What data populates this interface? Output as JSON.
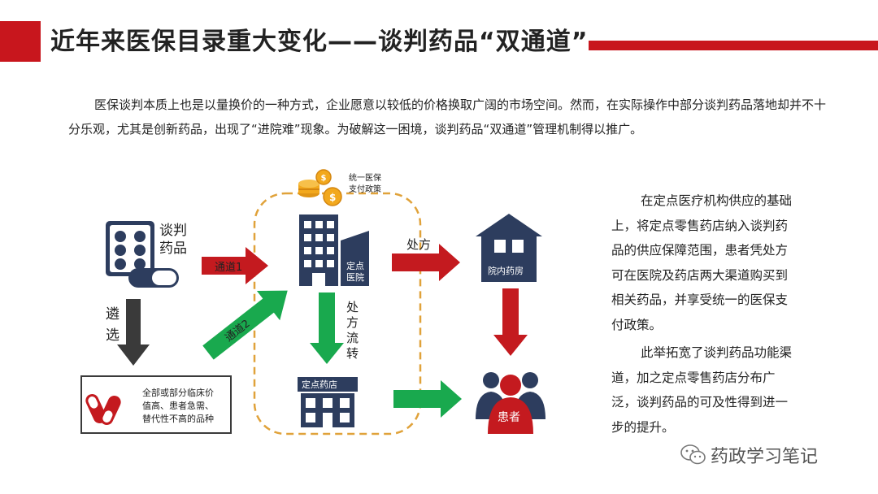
{
  "slide": {
    "title": "近年来医保目录重大变化——谈判药品“双通道”",
    "intro": "医保谈判本质上也是以量换价的一种方式，企业愿意以较低的价格换取广阔的市场空间。然而，在实际操作中部分谈判药品落地却并不十分乐观，尤其是创新药品，出现了“进院难”现象。为破解这一困境，谈判药品“双通道”管理机制得以推广。",
    "side_text": [
      "在定点医疗机构供应的基础上，将定点零售药店纳入谈判药品的供应保障范围，患者凭处方可在医院及药店两大渠道购买到相关药品，并享受统一的医保支付政策。",
      "此举拓宽了谈判药品功能渠道，加之定点零售药店分布广泛，谈判药品的可及性得到进一步的提升。"
    ],
    "watermark": "药政学习笔记"
  },
  "diagram": {
    "drug_label_1": "谈判",
    "drug_label_2": "药品",
    "select_label_1": "遴",
    "select_label_2": "选",
    "criteria_1": "全部或部分临床价",
    "criteria_2": "值高、患者急需、",
    "criteria_3": "替代性不高的品种",
    "channel_1": "通道1",
    "channel_2": "通道2",
    "policy_1": "统一医保",
    "policy_2": "支付政策",
    "hospital_1": "定点",
    "hospital_2": "医院",
    "prescription": "处方",
    "flow_1": "处",
    "flow_2": "方",
    "flow_3": "流",
    "flow_4": "转",
    "pharmacy": "定点药店",
    "inhouse_pharmacy": "院内药房",
    "patient": "患者"
  },
  "colors": {
    "brand_red": "#c8161d",
    "arrow_red": "#c41a1f",
    "arrow_green": "#19a94e",
    "navy": "#2d3d5e",
    "coin_gold": "#f2a81d",
    "dashed_outline": "#e0a23a",
    "dark_gray": "#3a3a3a"
  },
  "icons": [
    "pill-blister-icon",
    "coins-icon",
    "hospital-building-icon",
    "pharmacy-store-icon",
    "house-pharmacy-icon",
    "patient-group-icon",
    "capsule-icon",
    "wechat-icon"
  ]
}
